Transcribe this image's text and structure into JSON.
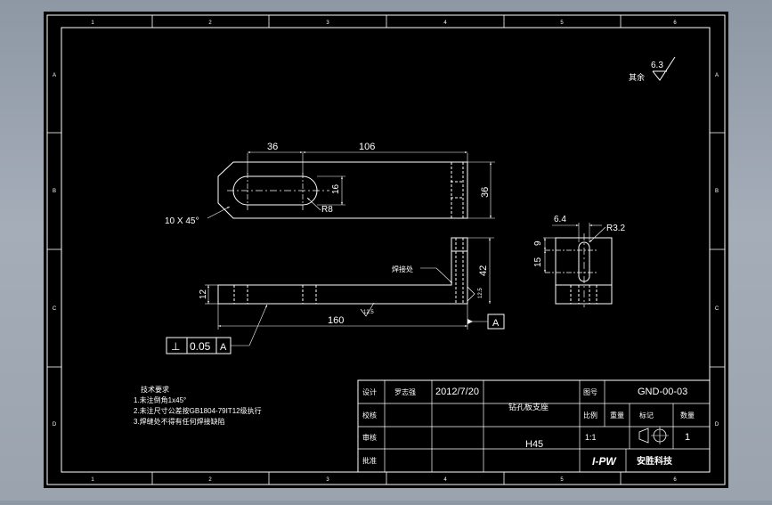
{
  "zones": {
    "columns": [
      "1",
      "2",
      "3",
      "4",
      "5",
      "6"
    ],
    "rows": [
      "A",
      "B",
      "C",
      "D"
    ]
  },
  "roughness": {
    "label": "其余",
    "value": "6.3"
  },
  "top_view": {
    "dim_left": "36",
    "dim_right": "106",
    "dim_slot_width": "16",
    "dim_height": "36",
    "radius": "R8",
    "chamfer": "10 X 45°"
  },
  "front_view": {
    "weld_note": "焊接处",
    "dim_height": "42",
    "dim_plate": "12",
    "dim_length": "160",
    "rough_value": "12.5",
    "datum": "A",
    "tolerance_symbol": "⊥",
    "tolerance_value": "0.05",
    "tolerance_datum": "A"
  },
  "side_view": {
    "dim_width": "6.4",
    "radius": "R3.2",
    "dim_9": "9",
    "dim_15": "15"
  },
  "tech_req": {
    "title": "技术要求",
    "items": [
      "1.未注倒角1x45°",
      "2.未注尺寸公差按GB1804-79IT12级执行",
      "3.焊缝处不得有任何焊接缺陷"
    ]
  },
  "title_block": {
    "design_label": "设计",
    "design_name": "罗志强",
    "date": "2012/7/20",
    "part_name": "钻孔板支座",
    "drawing_no_label": "图号",
    "drawing_no": "GND-00-03",
    "check_label": "校核",
    "scale_label": "比例",
    "weight_label": "重量",
    "mark_label": "标记",
    "qty_label": "数量",
    "review_label": "审核",
    "scale_value": "1:1",
    "qty_value": "1",
    "approve_label": "批准",
    "material": "H45",
    "logo": "I-PW",
    "company": "安胜科技"
  }
}
